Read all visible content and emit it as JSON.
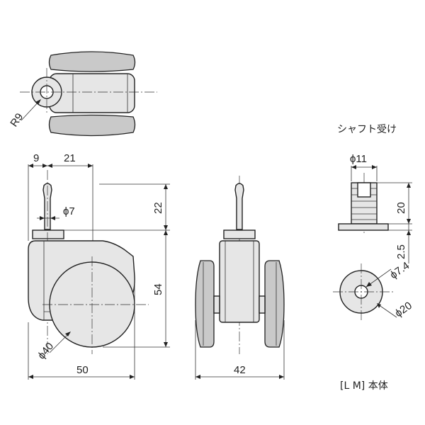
{
  "title": "シャフト受け",
  "dimensions": {
    "r9": "R9",
    "w9": "9",
    "w21": "21",
    "h22": "22",
    "d7": "ϕ7",
    "h54": "54",
    "d40": "ϕ40",
    "w50": "50",
    "w42": "42",
    "d11": "ϕ11",
    "h20": "20",
    "h2_5": "2.5",
    "d7_4": "ϕ7.4",
    "d20": "ϕ20"
  },
  "footer_partial": "[L  M]  本体"
}
